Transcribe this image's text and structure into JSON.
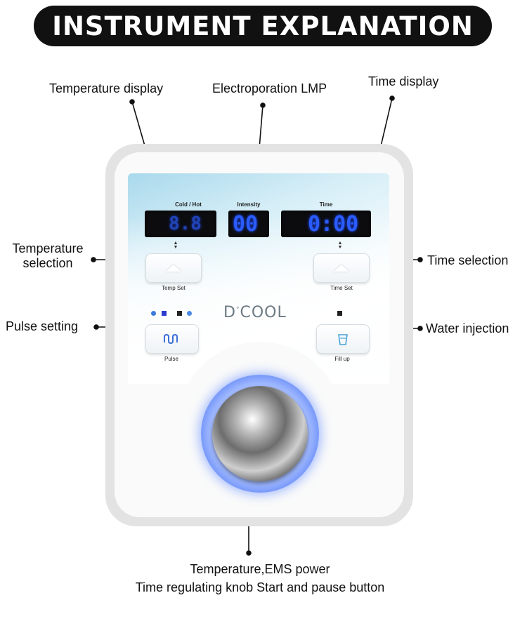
{
  "banner": {
    "title": "INSTRUMENT EXPLANATION"
  },
  "callouts": {
    "temperature_display": "Temperature display",
    "electroporation_lmp": "Electroporation LMP",
    "time_display": "Time display",
    "temperature_selection_line1": "Temperature",
    "temperature_selection_line2": "selection",
    "time_selection": "Time selection",
    "pulse_setting": "Pulse setting",
    "water_injection": "Water injection",
    "knob_line1": "Temperature,EMS power",
    "knob_line2": "Time regulating knob Start and pause button"
  },
  "device": {
    "brand": "D",
    "brand_sup": "°",
    "brand_rest": "COOL",
    "displays": {
      "cold_hot_label": "Cold / Hot",
      "cold_hot_value": "8.8",
      "intensity_label": "Intensity",
      "intensity_value": "00",
      "time_label": "Time",
      "time_value": "0:00"
    },
    "buttons": {
      "temp_set": "Temp Set",
      "time_set": "Time Set",
      "pulse": "Pulse",
      "fill_up": "Fill up"
    },
    "colors": {
      "indicator_blue": "#2b5cff",
      "pulse_icon": "#3d6fd8"
    }
  }
}
